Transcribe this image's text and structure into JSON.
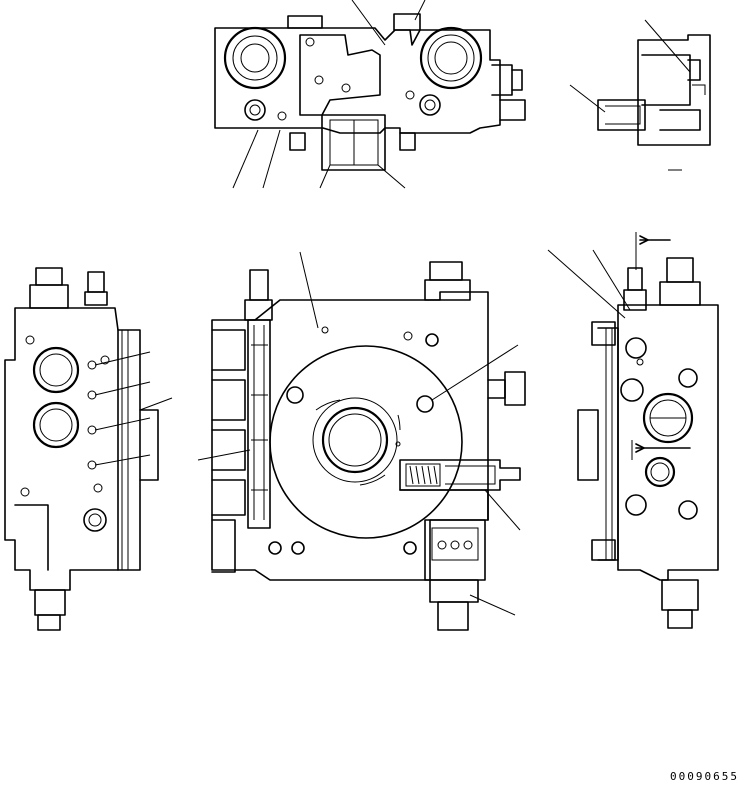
{
  "drawing": {
    "code": "00090655",
    "views": [
      "top-view",
      "section-detail-view",
      "left-side-view",
      "front-view",
      "right-side-view"
    ]
  }
}
